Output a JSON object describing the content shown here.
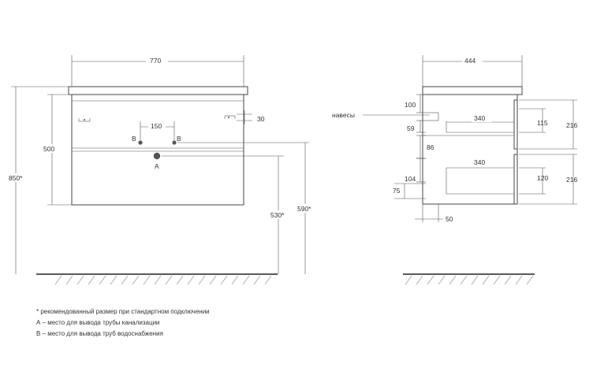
{
  "front_view": {
    "width_label": "770",
    "height_label": "500",
    "total_height_label": "850*",
    "pipe_spacing_label": "150",
    "hook_offset_label": "30",
    "drain_height_label": "530*",
    "supply_height_label": "590*",
    "pipe_a_label": "A",
    "pipe_b_left_label": "B",
    "pipe_b_right_label": "B"
  },
  "side_view": {
    "depth_label": "444",
    "hinges_label": "навесы",
    "top_offset_label": "100",
    "hook_to_drawer_label": "59",
    "drawer_top_depth_label": "340",
    "drawer_top_height_label": "115",
    "front_top_height_label": "216",
    "gap_label": "86",
    "drawer_bottom_depth_label": "340",
    "drawer_bottom_offset_label": "104",
    "drawer_bottom_height_label": "120",
    "front_bottom_height_label": "216",
    "bottom_label": "75",
    "back_offset_label": "50"
  },
  "notes": {
    "note_1": "* рекомендованный размер при стандартном подключении",
    "note_2": "А – место для вывода трубы канализации",
    "note_3": "В – место для вывода труб водоснабжения"
  },
  "colors": {
    "line": "#444444",
    "text": "#333333",
    "pipe_dot": "#555555",
    "hatch": "#9a9a9a"
  }
}
